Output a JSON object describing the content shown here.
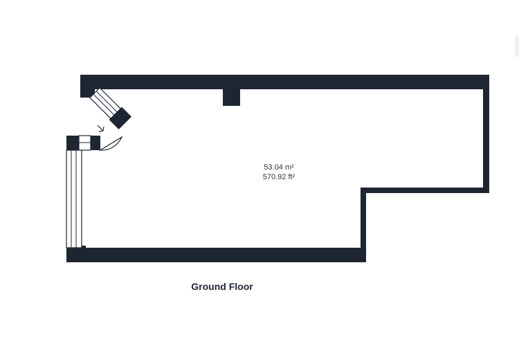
{
  "floor": {
    "name": "Ground Floor",
    "room": {
      "area_m2": "53.04 m²",
      "area_ft2": "570.92 ft²"
    }
  },
  "colors": {
    "wall": "#1e2632",
    "background": "#ffffff"
  }
}
